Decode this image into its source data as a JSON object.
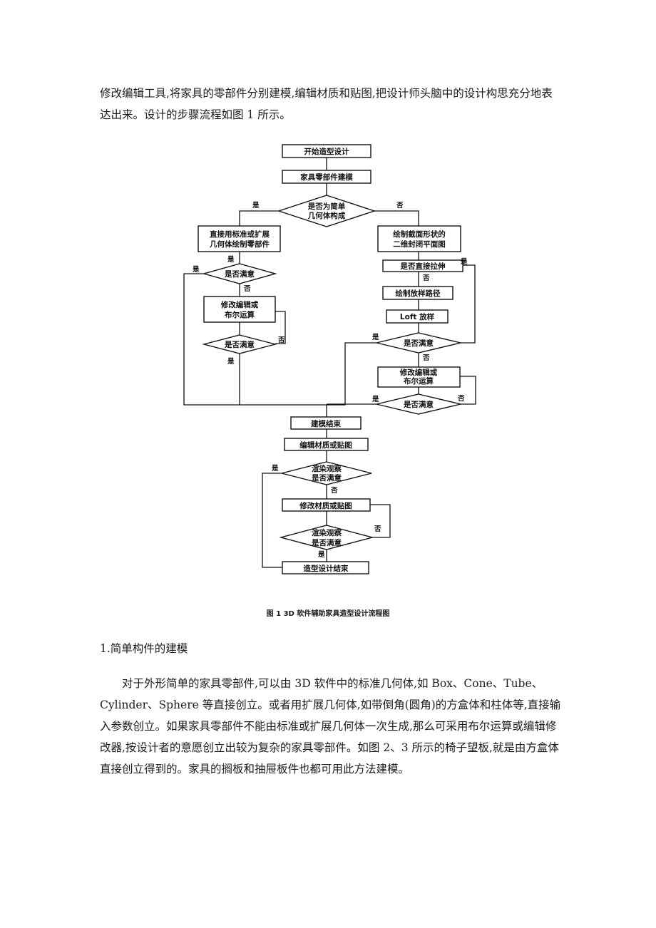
{
  "intro_text": "修改编辑工具,将家具的零部件分别建模,编辑材质和贴图,把设计师头脑中的设计构思充分地表达出来。设计的步骤流程如图 1 所示。",
  "flowchart": {
    "n_start": "开始造型设计",
    "n_part": "家具零部件建模",
    "d_simple_1": "是否为简单",
    "d_simple_2": "几何体构成",
    "n_std_1": "直接用标准或扩展",
    "n_std_2": "几何体绘制零部件",
    "d_l_sat1": "是否满意",
    "n_l_mod_1": "修改编辑或",
    "n_l_mod_2": "布尔运算",
    "d_l_sat2": "是否满意",
    "n_section_1": "绘制截面形状的",
    "n_section_2": "二维封闭平面图",
    "n_extrude": "是否直接拉伸",
    "n_path": "绘制放样路径",
    "n_loft": "Loft 放样",
    "d_r_sat1": "是否满意",
    "n_r_mod_1": "修改编辑或",
    "n_r_mod_2": "布尔运算",
    "d_r_sat2": "是否满意",
    "n_end_model": "建模结束",
    "n_edit_mat": "编辑材质或贴图",
    "d_render1_1": "渲染观察",
    "d_render1_2": "是否满意",
    "n_mod_mat": "修改材质或贴图",
    "d_render2_1": "渲染观察",
    "d_render2_2": "是否满意",
    "n_finish": "造型设计结束",
    "yes": "是",
    "no": "否"
  },
  "caption": "图 1    3D 软件辅助家具造型设计流程图",
  "section_heading": "1.简单构件的建模",
  "body_text": "对于外形简单的家具零部件,可以由 3D 软件中的标准几何体,如 Box、Cone、Tube、Cylinder、Sphere 等直接创立。或者用扩展几何体,如带倒角(圆角)的方盒体和柱体等,直接输入参数创立。如果家具零部件不能由标准或扩展几何体一次生成,那么可采用布尔运算或编辑修改器,按设计者的意愿创立出较为复杂的家具零部件。如图 2、3 所示的椅子望板,就是由方盒体直接创立得到的。家具的搁板和抽屉板件也都可用此方法建模。"
}
